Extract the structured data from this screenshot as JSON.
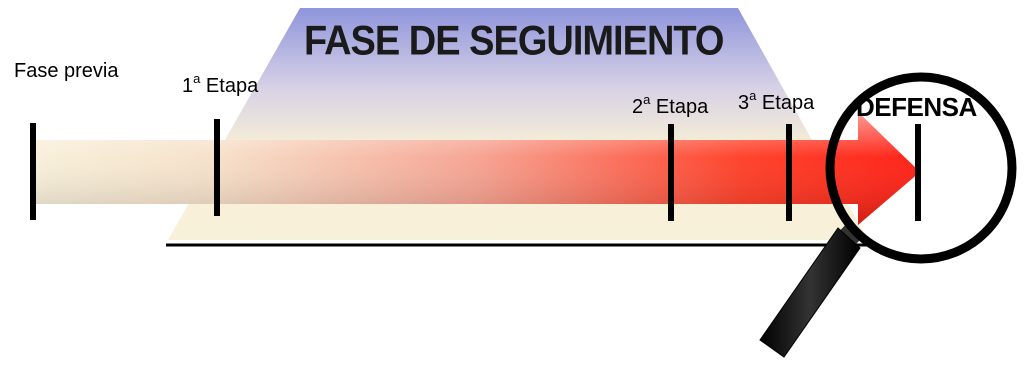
{
  "diagram": {
    "title": "FASE DE SEGUIMIENTO",
    "labels": {
      "phase_before": "Fase previa",
      "stage1_num": "1",
      "stage1_sup": "a",
      "stage1_word": "Etapa",
      "stage2_num": "2",
      "stage2_sup": "a",
      "stage2_word": "Etapa",
      "stage3_num": "3",
      "stage3_sup": "a",
      "stage3_word": "Etapa",
      "defense": "DEFENSA"
    },
    "colors": {
      "trapezoid_top": "#9aa0e0",
      "trapezoid_bottom": "#f8f0d8",
      "arrow_start": "#f6ecd0",
      "arrow_end": "#ff2a1a",
      "ink": "#000000"
    },
    "icons": [
      "magnifying-glass-icon"
    ]
  }
}
